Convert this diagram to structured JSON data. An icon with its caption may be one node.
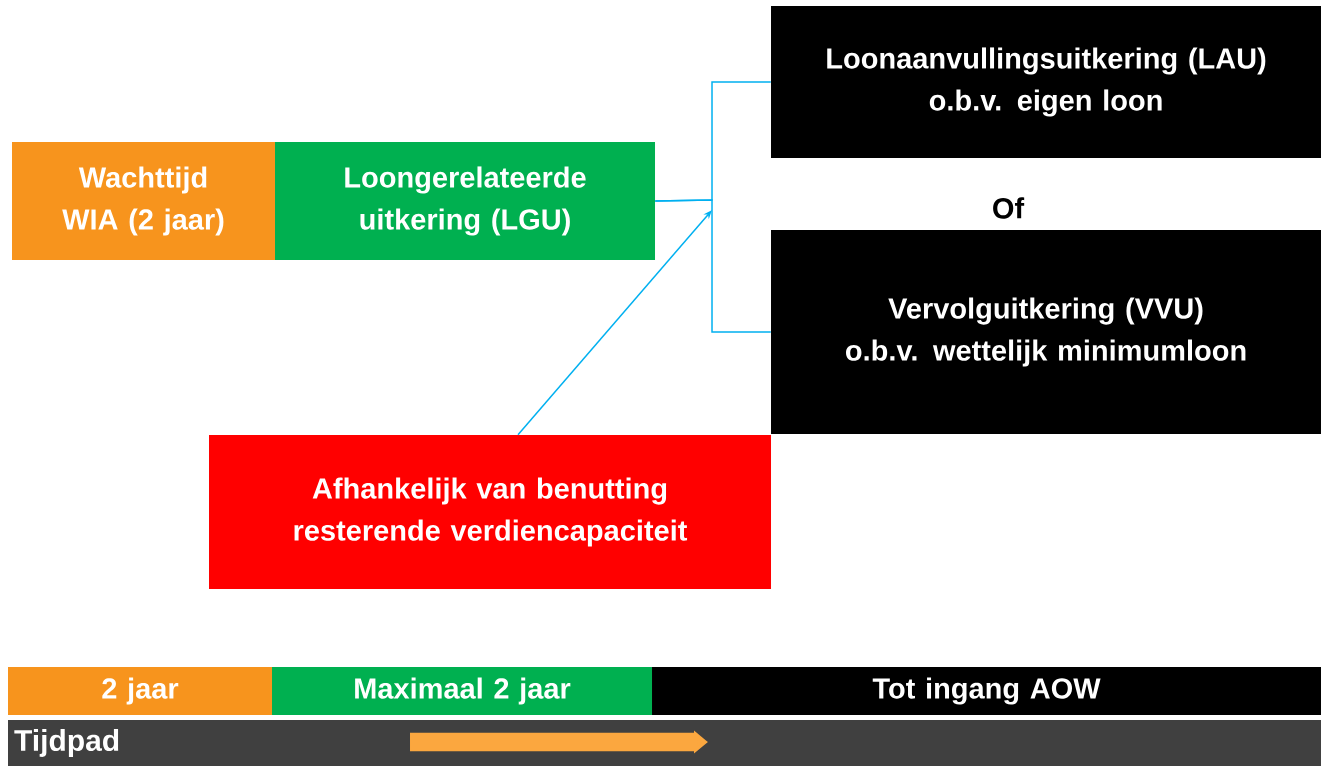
{
  "diagram": {
    "nodes": [
      {
        "text": [
          "Wachttijd WIA (2 jaar)"
        ]
      },
      {
        "text": [
          "Loongerelateerde uitkering (LGU)"
        ]
      },
      {
        "text": [
          "Loonaanvullingsuitkering (LAU)",
          "o.b.v. eigen loon"
        ]
      },
      {
        "text": [
          "Vervolguitkering (VVU)",
          "o.b.v. wettelijk minimumloon"
        ]
      },
      {
        "text": [
          "Afhankelijk van benutting resterende verdiencapaciteit"
        ]
      },
      {
        "text": [
          "2 jaar"
        ]
      },
      {
        "text": [
          "Maximaal 2 jaar"
        ]
      },
      {
        "text": [
          "Tot ingang AOW"
        ]
      },
      {
        "text": [
          "Tijdpad"
        ]
      }
    ],
    "edges": [
      {
        "from": 1,
        "to": 2,
        "arrow": "none"
      },
      {
        "from": 1,
        "to": 3,
        "arrow": "none"
      },
      {
        "from": 4,
        "to": null,
        "arrow": "to"
      }
    ],
    "labels": [
      "Of"
    ]
  }
}
